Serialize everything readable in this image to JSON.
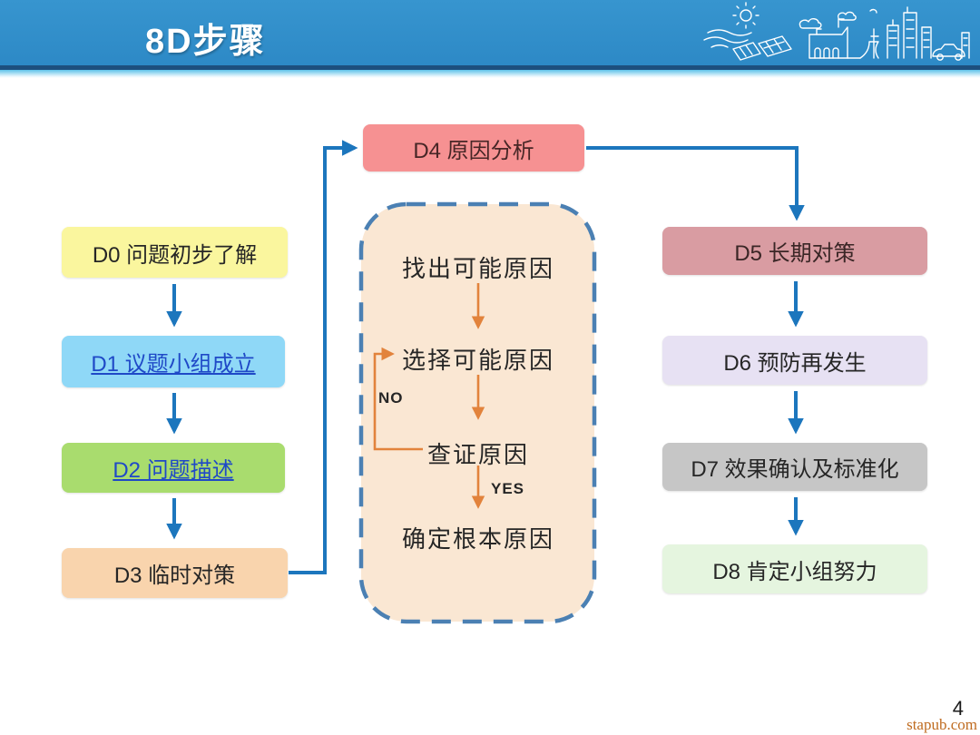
{
  "slide": {
    "title": "8D步骤",
    "page_number": "4",
    "watermark": "stapub.com"
  },
  "flow": {
    "d0": {
      "label": "D0 问题初步了解",
      "fill": "#faf69e"
    },
    "d1": {
      "label": "D1 议题小组成立",
      "fill": "#8fd8f7",
      "hyperlink": true
    },
    "d2": {
      "label": "D2 问题描述",
      "fill": "#a9dc6e",
      "hyperlink": true
    },
    "d3": {
      "label": "D3 临时对策",
      "fill": "#f9d4ad"
    },
    "d4": {
      "label": "D4 原因分析",
      "fill": "#f69192"
    },
    "d5": {
      "label": "D5 长期对策",
      "fill": "#d99ca2"
    },
    "d6": {
      "label": "D6 预防再发生",
      "fill": "#e7e1f3"
    },
    "d7": {
      "label": "D7 效果确认及标准化",
      "fill": "#c6c6c6"
    },
    "d8": {
      "label": "D8 肯定小组努力",
      "fill": "#e5f5df"
    },
    "analysis_loop": {
      "steps": [
        "找出可能原因",
        "选择可能原因",
        "查证原因",
        "确定根本原因"
      ],
      "no_label": "NO",
      "yes_label": "YES",
      "fill": "#fae7d3",
      "border": "#4b80b3"
    }
  },
  "colors": {
    "header_blue": "#2d89c6",
    "header_dark_line": "#1d4f7e",
    "header_fade": "#5fc2e9",
    "arrow_blue": "#1c76bd",
    "arrow_orange": "#e2833c",
    "link_blue": "#1f49c7",
    "watermark_orange": "#bf6b1f"
  },
  "icons": {
    "header_illustration": [
      "sun-icon",
      "cloud-icon",
      "waves-icon",
      "solar-panel-icon",
      "factory-icon",
      "power-pole-icon",
      "city-buildings-icon",
      "car-icon"
    ]
  }
}
